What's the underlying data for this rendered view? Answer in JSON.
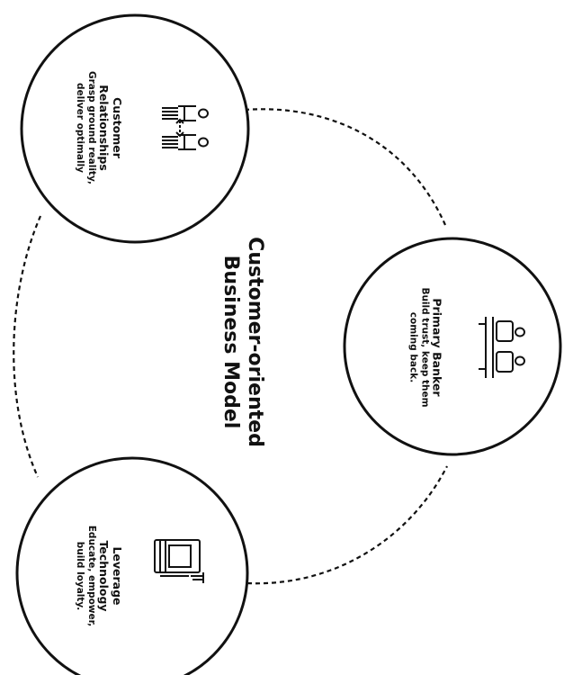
{
  "center": {
    "title_line1": "Customer-oriented",
    "title_line2": "Business Model"
  },
  "nodes": [
    {
      "title": "Customer",
      "title2": "Relationships",
      "desc1": "Grasp ground reality,",
      "desc2": "deliver optimally",
      "icon": "two-people-exchange-icon"
    },
    {
      "title": "Primary Banker",
      "desc1": "Build trust, keep them",
      "desc2": "coming back.",
      "icon": "banker-counter-icon"
    },
    {
      "title": "Leverage",
      "title2": "Technology",
      "desc1": "Educate, empower,",
      "desc2": "build loyalty.",
      "icon": "atm-machine-icon"
    }
  ],
  "colors": {
    "stroke": "#111111",
    "background": "#ffffff"
  }
}
